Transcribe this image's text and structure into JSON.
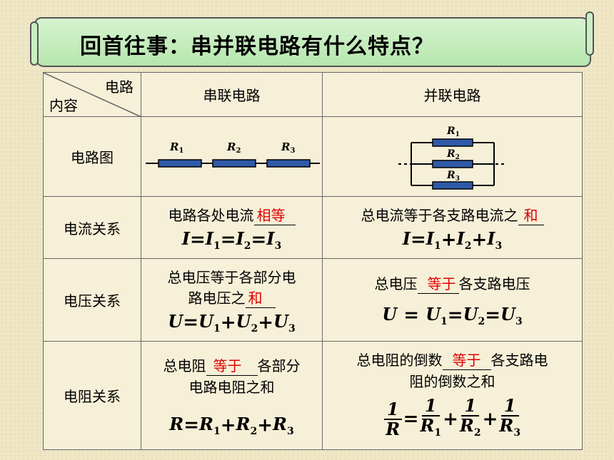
{
  "title": "回首往事：串并联电路有什么特点？",
  "header": {
    "corner_top": "电路",
    "corner_bottom": "内容",
    "series": "串联电路",
    "parallel": "并联电路"
  },
  "rows": {
    "diagram": {
      "label": "电路图",
      "series_resistors": [
        "R1",
        "R2",
        "R3"
      ],
      "parallel_resistors": [
        "R1",
        "R2",
        "R3"
      ]
    },
    "current": {
      "label": "电流关系",
      "series_text": "电路各处电流",
      "series_answer": "相等",
      "series_formula": [
        "I",
        "=",
        "I",
        "1",
        "=",
        "I",
        "2",
        "=",
        "I",
        "3"
      ],
      "parallel_text": "总电流等于各支路电流之",
      "parallel_answer": "和",
      "parallel_formula": [
        "I",
        "=",
        "I",
        "1",
        "+",
        "I",
        "2",
        "+",
        "I",
        "3"
      ]
    },
    "voltage": {
      "label": "电压关系",
      "series_text_1": "总电压等于各部分电",
      "series_text_2": "路电压之",
      "series_answer": "和",
      "series_formula": [
        "U",
        "=",
        "U",
        "1",
        "+",
        "U",
        "2",
        "+",
        "U",
        "3"
      ],
      "parallel_text_1": "总电压",
      "parallel_answer": "等于",
      "parallel_text_2": "各支路电压",
      "parallel_formula": [
        "U",
        " = ",
        "U",
        "1",
        "=",
        "U",
        "2",
        "=",
        "U",
        "3"
      ]
    },
    "resistance": {
      "label": "电阻关系",
      "series_text_1": "总电阻",
      "series_answer": "等于",
      "series_text_2": "各部分",
      "series_text_3": "电路电阻之和",
      "series_formula": [
        "R",
        "=",
        "R",
        "1",
        "+",
        "R",
        "2",
        "+",
        "R",
        "3"
      ],
      "parallel_text_1": "总电阻的倒数",
      "parallel_answer": "等于",
      "parallel_text_2": "各支路电",
      "parallel_text_3": "阻的倒数之和",
      "parallel_formula": {
        "num": "1",
        "lhs_den": "R",
        "terms": [
          [
            "R",
            "1"
          ],
          [
            "R",
            "2"
          ],
          [
            "R",
            "3"
          ]
        ],
        "eq": "=",
        "plus": "+"
      }
    }
  },
  "colors": {
    "answer": "#e00000",
    "banner": "#c4ecbc",
    "resistor": "#2f5aa8"
  }
}
